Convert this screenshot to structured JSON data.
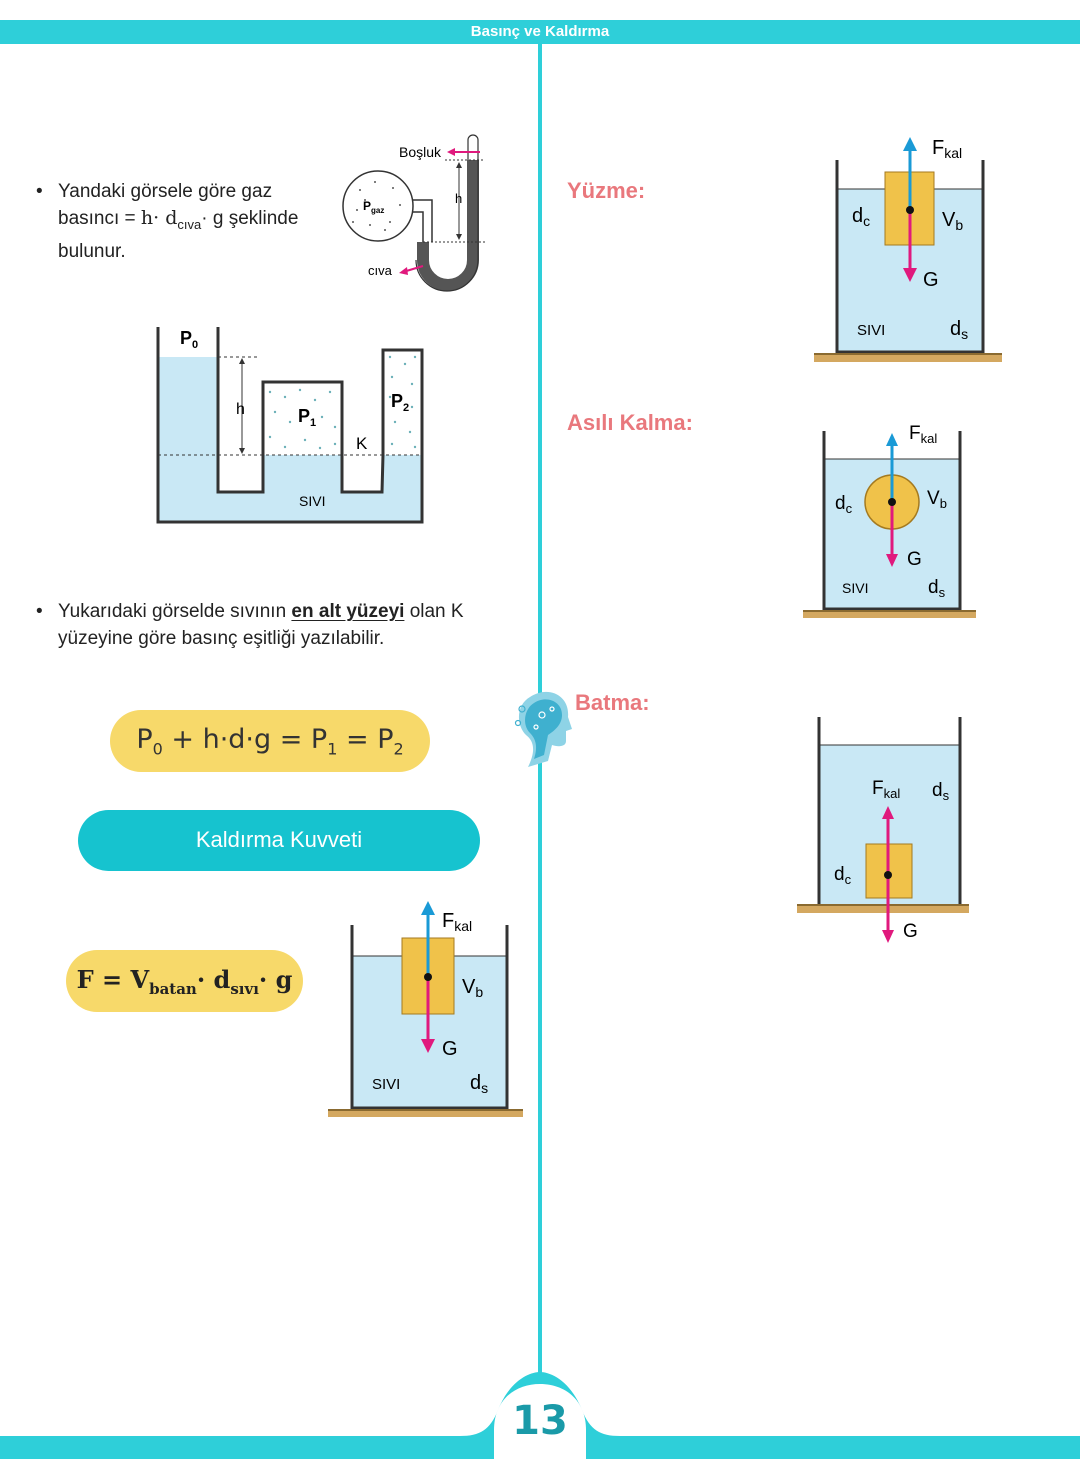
{
  "header": {
    "title": "Basınç ve Kaldırma"
  },
  "left": {
    "bullet1": {
      "line1": "Yandaki görsele göre gaz",
      "line2_pre": "basıncı = ",
      "line2_formula": "h· d",
      "line2_sub": "cıva",
      "line2_post": "· g şeklinde",
      "line3": "bulunur."
    },
    "manometer": {
      "bosluk": "Boşluk",
      "h": "h",
      "pgaz": "P",
      "pgaz_sub": "gaz",
      "civa": "cıva"
    },
    "vessel": {
      "p0": "P",
      "p0_sub": "0",
      "h": "h",
      "p1": "P",
      "p1_sub": "1",
      "p2": "P",
      "p2_sub": "2",
      "k": "K",
      "sivi": "SIVI"
    },
    "bullet2": {
      "pre": "Yukarıdaki görselde sıvının ",
      "emph": "en alt yüzeyi",
      "post": " olan K",
      "line2": "yüzeyine göre basınç eşitliği yazılabilir."
    },
    "equation": {
      "a": "P",
      "a_sub": "0",
      "b": " + h·d·g = P",
      "b_sub": "1",
      "c": " = P",
      "c_sub": "2"
    },
    "kaldirma_title": "Kaldırma Kuvveti",
    "force_formula": {
      "a": "F = V",
      "a_sub": "batan",
      "b": "· d",
      "b_sub": "sıvı",
      "c": "· g"
    },
    "tank": {
      "fkal": "F",
      "fkal_sub": "kal",
      "vb": "V",
      "vb_sub": "b",
      "g": "G",
      "sivi": "SIVI",
      "ds": "d",
      "ds_sub": "s"
    }
  },
  "right": {
    "yuzme": {
      "label": "Yüzme:",
      "fkal": "F",
      "fkal_sub": "kal",
      "dc": "d",
      "dc_sub": "c",
      "vb": "V",
      "vb_sub": "b",
      "g": "G",
      "sivi": "SIVI",
      "ds": "d",
      "ds_sub": "s"
    },
    "asili": {
      "label": "Asılı Kalma:",
      "fkal": "F",
      "fkal_sub": "kal",
      "dc": "d",
      "dc_sub": "c",
      "vb": "V",
      "vb_sub": "b",
      "g": "G",
      "sivi": "SIVI",
      "ds": "d",
      "ds_sub": "s"
    },
    "batma": {
      "label": "Batma:",
      "fkal": "F",
      "fkal_sub": "kal",
      "ds": "d",
      "ds_sub": "s",
      "dc": "d",
      "dc_sub": "c",
      "g": "G"
    }
  },
  "footer": {
    "page_number": "13"
  },
  "colors": {
    "accent": "#2ecfd9",
    "section_label": "#e9787d",
    "liquid": "#c9e8f5",
    "object": "#f0c24a",
    "up_arrow": "#1a9ad6",
    "down_arrow": "#e0197d"
  }
}
